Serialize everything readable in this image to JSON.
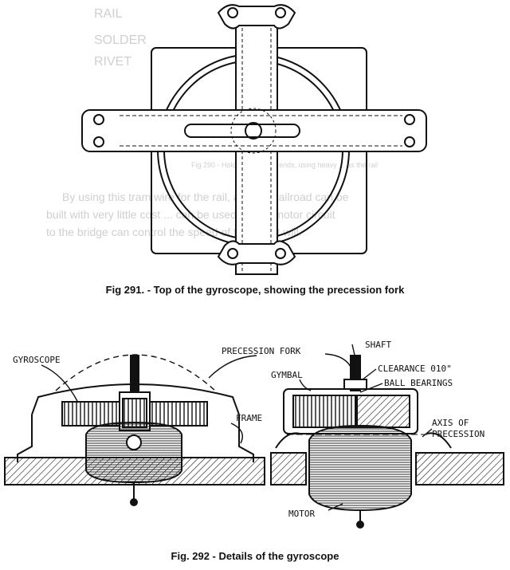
{
  "figures": {
    "fig291": {
      "caption": "Fig 291. - Top of the gyroscope, showing the precession fork"
    },
    "fig292": {
      "caption": "Fig. 292 - Details of the gyroscope"
    }
  },
  "labels": {
    "gyroscope": "GYROSCOPE",
    "precession_fork": "PRECESSION FORK",
    "shaft": "SHAFT",
    "gymbal": "GYMBAL",
    "clearance": "CLEARANCE 010\"",
    "ball_bearings": "BALL BEARINGS",
    "frame": "FRAME",
    "axis_of": "AXIS OF",
    "precession": "PRECESSION",
    "motor": "MOTOR"
  },
  "bleed_through": {
    "rail": "RAIL",
    "solder": "SOLDER",
    "rivet": "RIVET",
    "caption_fragment": "Fig 290 - Holding down the ends, using heavy ... as the rail",
    "line1": "By using this tram wire for the rail, a single railroad can be",
    "line2": "built with very little cost ... can be used for the motor circuit",
    "line3": "to the bridge can control the speed of the car at will."
  },
  "colors": {
    "ink": "#111111",
    "ghost": "#cfcfcf",
    "paper": "#ffffff"
  }
}
